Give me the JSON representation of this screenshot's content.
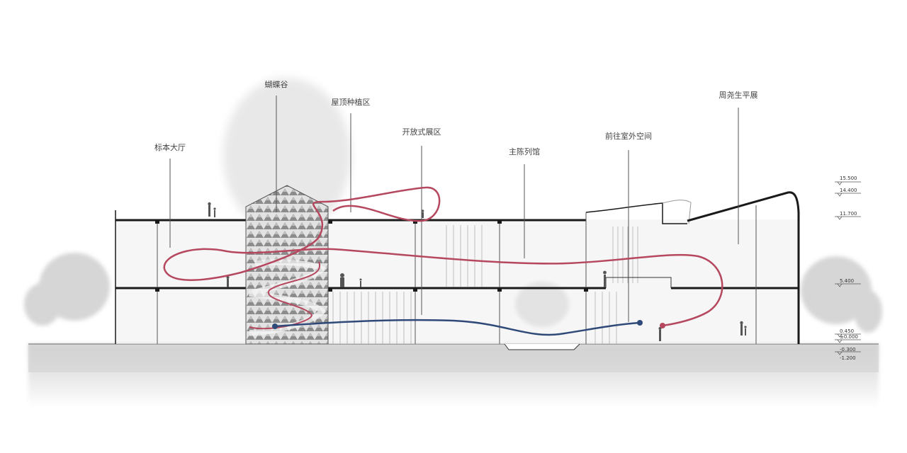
{
  "labels": {
    "specimen_hall": "标本大厅",
    "butterfly_valley": "蝴蝶谷",
    "roof_planting": "屋顶种植区",
    "open_exhibition": "开放式展区",
    "main_gallery": "主陈列馆",
    "to_outdoor": "前往室外空间",
    "zhou_exhibition": "周尧生平展"
  },
  "levels": [
    "15.500",
    "14.400",
    "11.700",
    "5.400",
    "0.450",
    "±0.000",
    "-0.300",
    "-1.200"
  ],
  "colors": {
    "red_route": "#b5485e",
    "blue_route": "#2f4a78",
    "structure": "#1a1a1a",
    "ground": "#d6d6d6"
  }
}
